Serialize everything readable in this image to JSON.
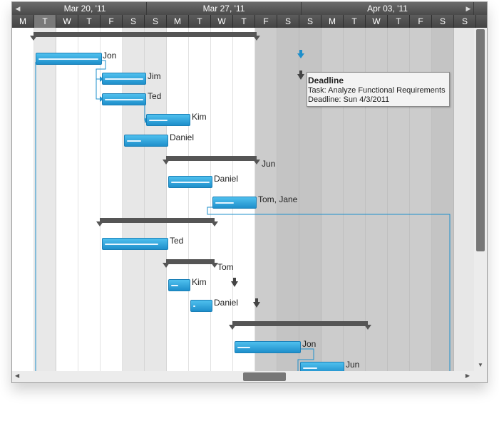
{
  "timeline": {
    "weeks": [
      "Mar 20, '11",
      "Mar 27, '11",
      "Apr 03, '11"
    ],
    "days": [
      "M",
      "T",
      "W",
      "T",
      "F",
      "S",
      "S",
      "M",
      "T",
      "W",
      "T",
      "F",
      "S",
      "S",
      "M",
      "T",
      "W",
      "T",
      "F",
      "S",
      "S"
    ]
  },
  "nav": {
    "prev_icon": "triangle-left-icon",
    "next_icon": "triangle-right-icon"
  },
  "tasks": [
    {
      "resource": "Jon"
    },
    {
      "resource": "Jim"
    },
    {
      "resource": "Ted"
    },
    {
      "resource": "Kim"
    },
    {
      "resource": "Daniel"
    },
    {
      "resource": "Jun"
    },
    {
      "resource": "Daniel"
    },
    {
      "resource": "Tom, Jane"
    },
    {
      "resource": "Ted"
    },
    {
      "resource": "Tom"
    },
    {
      "resource": "Kim"
    },
    {
      "resource": "Daniel"
    },
    {
      "resource": "Jon"
    },
    {
      "resource": "Jun"
    }
  ],
  "tooltip": {
    "title": "Deadline",
    "task_line": "Task: Analyze Functional Requirements",
    "deadline_line": "Deadline: Sun 4/3/2011"
  },
  "colors": {
    "task_fill": "#2fa4dc",
    "summary": "#555555",
    "nonworking": "#cccccc"
  }
}
